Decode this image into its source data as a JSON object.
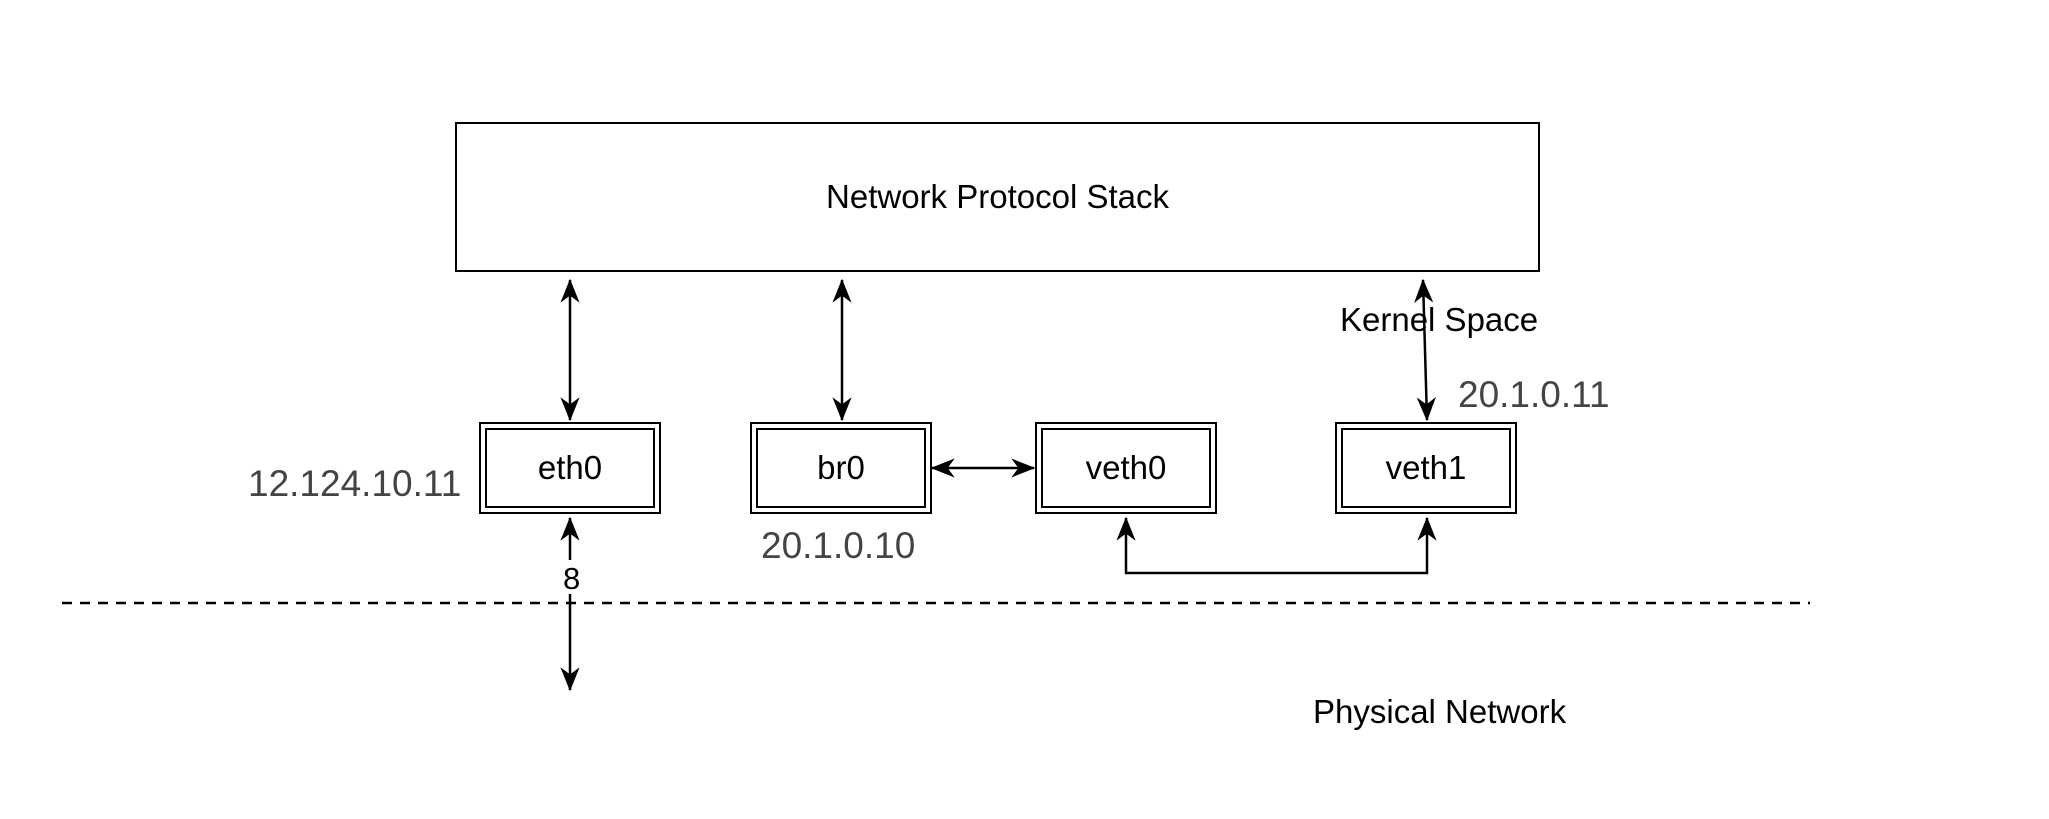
{
  "stack": {
    "label": "Network Protocol Stack"
  },
  "interfaces": [
    {
      "id": "eth0",
      "label": "eth0"
    },
    {
      "id": "br0",
      "label": "br0"
    },
    {
      "id": "veth0",
      "label": "veth0"
    },
    {
      "id": "veth1",
      "label": "veth1"
    }
  ],
  "addresses": {
    "eth0": "12.124.10.11",
    "br0": "20.1.0.10",
    "veth1": "20.1.0.11"
  },
  "regions": {
    "kernel": "Kernel Space",
    "physical": "Physical Network"
  },
  "link_labels": {
    "eth0_physical": "8"
  }
}
